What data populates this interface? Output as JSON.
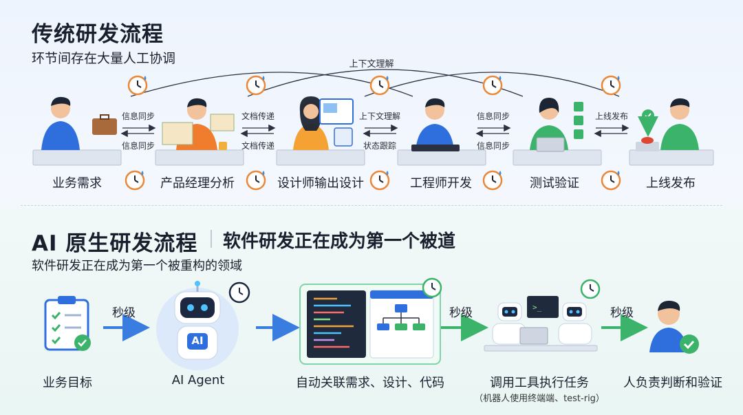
{
  "traditional": {
    "title": "传统研发流程",
    "subtitle": "环节间存在大量人工协调",
    "context_arc_label": "上下文理解",
    "stages": [
      "业务需求",
      "产品经理分析",
      "设计师输出设计",
      "工程师开发",
      "测试验证",
      "上线发布"
    ],
    "handoffs": [
      {
        "top": "信息同步",
        "bottom": "信息同步"
      },
      {
        "top": "文档传递",
        "bottom": "文档传递"
      },
      {
        "top": "上下文理解",
        "bottom": "状态跟踪"
      },
      {
        "top": "信息同步",
        "bottom": "信息同步"
      },
      {
        "top": "上线发布",
        "bottom": ""
      }
    ]
  },
  "ai_native": {
    "title": "AI 原生研发流程",
    "headline": "软件研发正在成为第一个被道",
    "subtitle": "软件研发正在成为第一个被重构的领域",
    "stages": [
      "业务目标",
      "AI Agent",
      "自动关联需求、设计、代码",
      "调用工具执行任务",
      "人负责判断和验证"
    ],
    "stage_note": "（机器人使用终端端、test-rig）",
    "speed_labels": [
      "秒级",
      "秒级",
      "秒级"
    ],
    "agent_chip": "AI"
  },
  "colors": {
    "accent": "#2f6fdd",
    "green": "#3cb36a",
    "clock": "#e8883a",
    "dark": "#1a1f2e"
  }
}
